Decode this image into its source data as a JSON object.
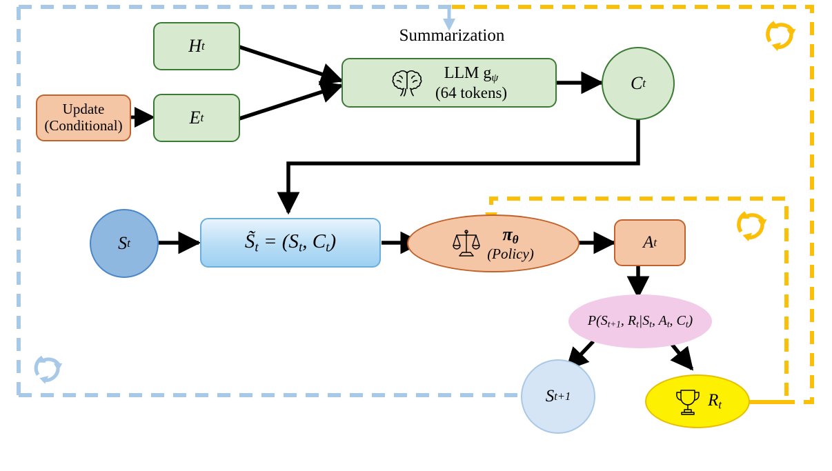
{
  "diagram": {
    "title_label": "Summarization",
    "nodes": {
      "update": {
        "line1": "Update",
        "line2": "(Conditional)",
        "color": "#f5c6a5"
      },
      "history": {
        "label": "H",
        "sub": "t",
        "color": "#d7ead0"
      },
      "evidence": {
        "label": "E",
        "sub": "t",
        "color": "#d7ead0"
      },
      "llm": {
        "line1": "LLM g",
        "line1_sub": "ψ",
        "line2": "(64 tokens)",
        "icon": "brain-icon",
        "color": "#d7ead0"
      },
      "context": {
        "label": "C",
        "sub": "t",
        "color": "#d7ead0"
      },
      "state": {
        "label": "S",
        "sub": "t",
        "color": "#8fb8e0"
      },
      "augmented_state": {
        "expr": "S̃",
        "expr_sub": "t",
        "expr_rest": " = (S",
        "expr_rest_sub": "t",
        "expr_rest2": ", C",
        "expr_rest2_sub": "t",
        "expr_close": ")",
        "color": "#b8ddf5"
      },
      "policy": {
        "symbol": "π",
        "symbol_sub": "θ",
        "caption": "(Policy)",
        "icon": "scales-icon",
        "color": "#f5c6a5"
      },
      "action": {
        "label": "A",
        "sub": "t",
        "color": "#f5c6a5"
      },
      "transition": {
        "expr": "P(S",
        "sub1": "t+1",
        "mid": ", R",
        "sub2": "t",
        "bar": "|S",
        "sub3": "t",
        "mid2": ", A",
        "sub4": "t",
        "mid3": ", C",
        "sub5": "t",
        "close": ")",
        "color": "#f2cbe8"
      },
      "next_state": {
        "label": "S",
        "sub": "t+1",
        "color": "#d6e5f5"
      },
      "reward": {
        "label": "R",
        "sub": "t",
        "icon": "trophy-icon",
        "color": "#fdf000"
      }
    },
    "loops": {
      "outer_loop_icon": "recycle-icon-yellow",
      "inner_loop_icon": "recycle-icon-yellow",
      "blue_loop_icon": "recycle-icon-blue"
    },
    "colors": {
      "blue_dashed": "#a8c8e8",
      "yellow_dashed": "#fbbf08",
      "green_border": "#3b7a34",
      "green_fill": "#d7ead0",
      "orange_border": "#c0622a",
      "orange_fill": "#f5c6a5",
      "pink_fill": "#f2cbe8",
      "yellow_fill": "#fdf000",
      "arrow_black": "#000000"
    }
  }
}
